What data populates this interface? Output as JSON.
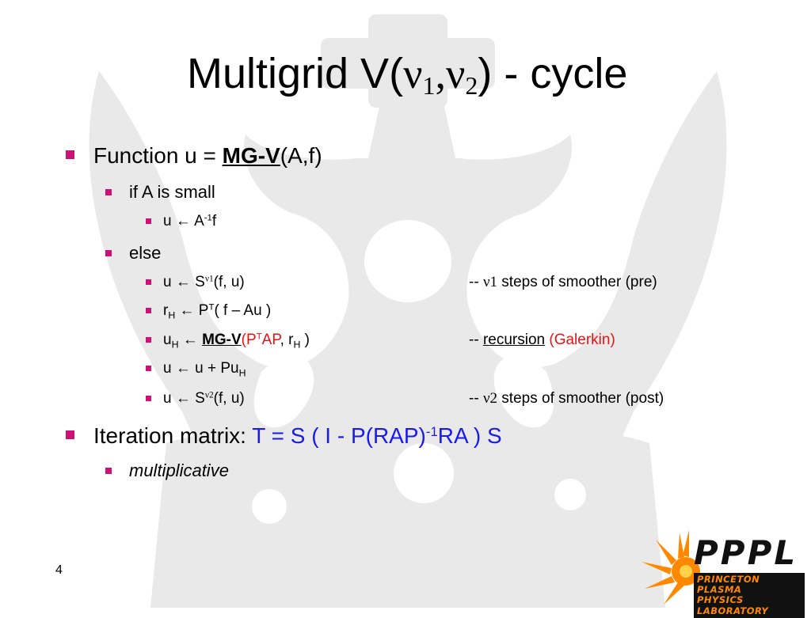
{
  "title": {
    "prefix": "Multigrid V(",
    "nu": "ν",
    "sub1": "1",
    "comma": ",",
    "sub2": "2",
    "suffix": ") - cycle"
  },
  "l1_function": {
    "pre": "Function u = ",
    "mgv": "MG-V",
    "post": "(A,f)"
  },
  "l2_if": "if A is small",
  "l3_inv": {
    "pre": "u ← A",
    "sup": "-1",
    "post": "f"
  },
  "l2_else": "else",
  "l3_pre": {
    "pre": "u ← S",
    "sup": "ν1",
    "post": "(f, u)",
    "c_dash": "-- ",
    "c_nu": "ν1",
    "c_text": " steps of smoother (pre)"
  },
  "l3_res": {
    "r": "r",
    "rsub": "H",
    "mid": " ← P",
    "sup": "T",
    "post": "( f – Au )"
  },
  "l3_rec": {
    "u": "u",
    "usub": "H",
    "arrow": " ← ",
    "mgv": "MG-V",
    "open": "(",
    "ptap": "P",
    "tsup": "T",
    "ap": "AP",
    "mid": ", r",
    "rsub": "H",
    "close": " )",
    "c_dash": "-- ",
    "c_rec": "recursion",
    "c_gal": " (Galerkin)"
  },
  "l3_cor": {
    "pre": "u ← u + Pu",
    "sub": "H"
  },
  "l3_post": {
    "pre": "u ← S",
    "sup": "ν2",
    "post": "(f, u)",
    "c_dash": "-- ",
    "c_nu": "ν2",
    "c_text": " steps of smoother (post)"
  },
  "l1_iter": {
    "pre": "Iteration matrix: ",
    "eq": "T = S ( I - P(RAP)",
    "sup": "-1",
    "post": "RA ) S"
  },
  "l2_mult": "multiplicative",
  "page_number": "4",
  "logo": {
    "big": "PPPL",
    "line1": "PRINCETON PLASMA",
    "line2": "PHYSICS LABORATORY"
  },
  "colors": {
    "bullet": "#cc1177",
    "red": "#ee1111",
    "blue": "#1a1aee",
    "watermark": "#e9e9e9",
    "logo_orange": "#ff8800"
  }
}
